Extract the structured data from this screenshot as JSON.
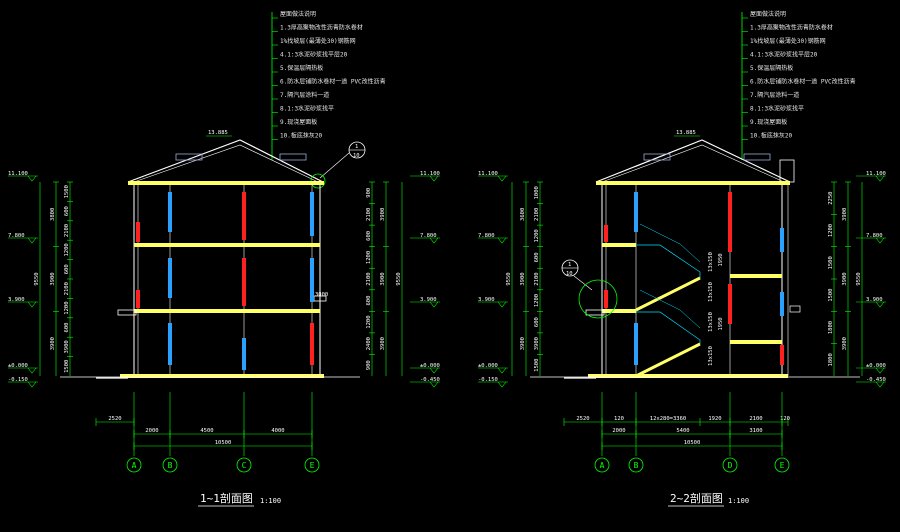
{
  "colors": {
    "background": "#000000",
    "dimension": "#00ff00",
    "floor_slab": "#ffff66",
    "wall": "#ffffff",
    "window_glass": "#2aa0ff",
    "column_red": "#ff2020",
    "stair": "#00e0ff",
    "roof": "#ffffff"
  },
  "section_1": {
    "title": "1~1剖面图",
    "scale": "1:100",
    "roof_elevation": "13.885",
    "detail_tag": {
      "top": "1",
      "bottom": "10"
    },
    "side_label": "3000",
    "elevations_left": [
      "11.100",
      "7.800",
      "3.900",
      "±0.000",
      "-0.150"
    ],
    "elevations_right": [
      "11.100",
      "7.800",
      "3.900",
      "±0.000",
      "-0.450"
    ],
    "left_dims_inner": [
      "1500",
      "600",
      "2100",
      "1200",
      "600",
      "2100",
      "1200",
      "600",
      "3900",
      "1500"
    ],
    "left_dims_outer": [
      "3800",
      "3900",
      "3900"
    ],
    "left_total": "9550",
    "right_dims_inner": [
      "900",
      "2100",
      "600",
      "1200",
      "2100",
      "600",
      "1200",
      "2400",
      "900"
    ],
    "right_dims_outer": [
      "3900",
      "3900",
      "3900"
    ],
    "right_total": "9550",
    "bottom_dims": [
      "2520",
      "2000",
      "4500",
      "4000"
    ],
    "bottom_total": "10500",
    "grid_axes": [
      "A",
      "B",
      "C",
      "E"
    ]
  },
  "section_2": {
    "title": "2~2剖面图",
    "scale": "1:100",
    "roof_elevation": "13.885",
    "detail_tag": {
      "top": "1",
      "bottom": "10"
    },
    "elevations_left": [
      "11.100",
      "7.800",
      "3.900",
      "±0.000",
      "-0.150"
    ],
    "elevations_right": [
      "11.100",
      "7.800",
      "3.900",
      "±0.000",
      "-0.450"
    ],
    "left_dims_inner": [
      "1000",
      "2100",
      "1200",
      "600",
      "2100",
      "1200",
      "600",
      "3900",
      "1500"
    ],
    "left_dims_outer": [
      "3600",
      "3900",
      "3900"
    ],
    "left_total": "9550",
    "right_dims_inner": [
      "2250",
      "1200",
      "1500",
      "1500",
      "1800",
      "1800"
    ],
    "right_dims_outer": [
      "3900",
      "3900",
      "3900"
    ],
    "right_total": "9550",
    "stair_labels": [
      "13x150",
      "13x150",
      "13x150",
      "13x150"
    ],
    "stair_inner_dims": [
      "1950",
      "1950"
    ],
    "bottom_dims": [
      "2520",
      "120",
      "12x280=3360",
      "1920",
      "2100",
      "120"
    ],
    "mid_dims": [
      "2000",
      "5400",
      "3100"
    ],
    "bottom_total": "10500",
    "grid_axes": [
      "A",
      "B",
      "D",
      "E"
    ]
  },
  "roof_notes_1": [
    "屋面做法说明",
    "1.3厚高聚物改性沥青防水卷材",
    "1%找坡层(最薄处30)钢筋网",
    "4.1:3水泥砂浆找平层20",
    "5.保温层隔热板",
    "6.防水层铺防水卷材一道 PVC改性沥青",
    "7.隔汽层涂料一道",
    "8.1:3水泥砂浆找平",
    "9.现浇屋面板",
    "10.板底抹灰20"
  ],
  "roof_notes_2": [
    "屋面做法说明",
    "1.3厚高聚物改性沥青防水卷材",
    "1%找坡层(最薄处30)钢筋网",
    "4.1:3水泥砂浆找平层20",
    "5.保温层隔热板",
    "6.防水层铺防水卷材一道 PVC改性沥青",
    "7.隔汽层涂料一道",
    "8.1:3水泥砂浆找平",
    "9.现浇屋面板",
    "10.板底抹灰20"
  ]
}
